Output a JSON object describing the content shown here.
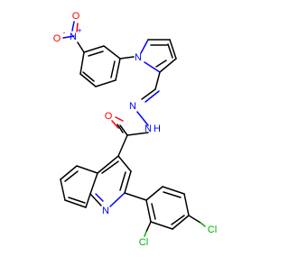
{
  "molecule": {
    "atom_labels": {
      "nitro_o_minus": "O",
      "nitro_minus_charge": "-",
      "nitro_n_plus": "N",
      "nitro_plus_charge": "+",
      "nitro_o_double": "O",
      "pyrrole_n": "N",
      "hydrazone_n1": "N",
      "hydrazone_n2": "N",
      "amide_h": "H",
      "amide_o": "O",
      "quinoline_n": "N",
      "chloro_1": "Cl",
      "chloro_2": "Cl"
    },
    "colors": {
      "carbon": "#000000",
      "nitrogen": "#0000ff",
      "oxygen": "#ff0000",
      "chlorine": "#00b000"
    }
  }
}
